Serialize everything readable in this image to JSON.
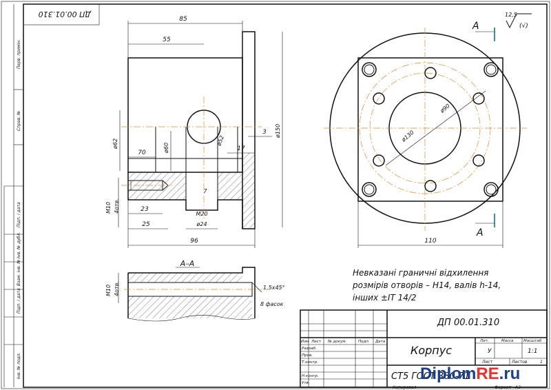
{
  "stamp_rotated": "ДП 00.01.310",
  "side_strip": {
    "labels": [
      "Підп. і дата",
      "Інв. № дубл.",
      "Взам. інв. №",
      "Підп. і дата",
      "Інв. № подл.",
      "Справ. №",
      "Перв. примін."
    ]
  },
  "roughness": {
    "value": "12,5",
    "symbol": "(√)"
  },
  "section_mark": "А",
  "section_title": "А–А",
  "dimensions": {
    "top_85": "85",
    "top_55": "55",
    "dia_62": "ø62",
    "dia_60": "ø60",
    "dia_52": "ø52",
    "dia_150": "ø150",
    "d_70": "70",
    "d_17": "17",
    "d_3": "3",
    "m10": "M10",
    "holes_4": "4отв.",
    "d_23": "23",
    "d_25": "25",
    "m20": "M20",
    "dia_24": "ø24",
    "d_96": "96",
    "d_110": "110",
    "dia_90": "ø90",
    "dia_130": "ø130",
    "m10b": "M10",
    "holes_4b": "4отв.",
    "chamfer": "1,5x45°",
    "chamfer_note": "8 фасок",
    "angle_7": "7"
  },
  "notes": {
    "line1": "Невказані граничні відхилення",
    "line2": "розмірів отворів – Н14, валів h-14,",
    "line3": "інших ±IT 14/2"
  },
  "title_block": {
    "code": "ДП 00.01.310",
    "name": "Корпус",
    "material": "СТ5 ГОСТ 380-71",
    "headers": [
      "Изм",
      "Лист",
      "№ докум.",
      "Подп.",
      "Дата"
    ],
    "roles": [
      "Разраб.",
      "Пров.",
      "Т.контр.",
      "Н.контр.",
      "Утв."
    ],
    "lit_label": "Лит.",
    "mass_label": "Масса",
    "scale_label": "Масштаб",
    "lit_value": "У",
    "scale_value": "1:1",
    "sheet_label": "Лист",
    "sheets_label": "Листов",
    "sheets_value": "1",
    "copied": "Копировал",
    "format": "Формат",
    "format_value": "А3"
  },
  "watermark": {
    "prefix": "Diplom",
    "accent": "RE",
    "suffix": ".ru",
    "accent_color": "#e8322b",
    "text_color": "#1b3f8f"
  },
  "colors": {
    "axis": "#d98a2b",
    "mark_teal": "#1f8a8a",
    "line": "#111111"
  }
}
